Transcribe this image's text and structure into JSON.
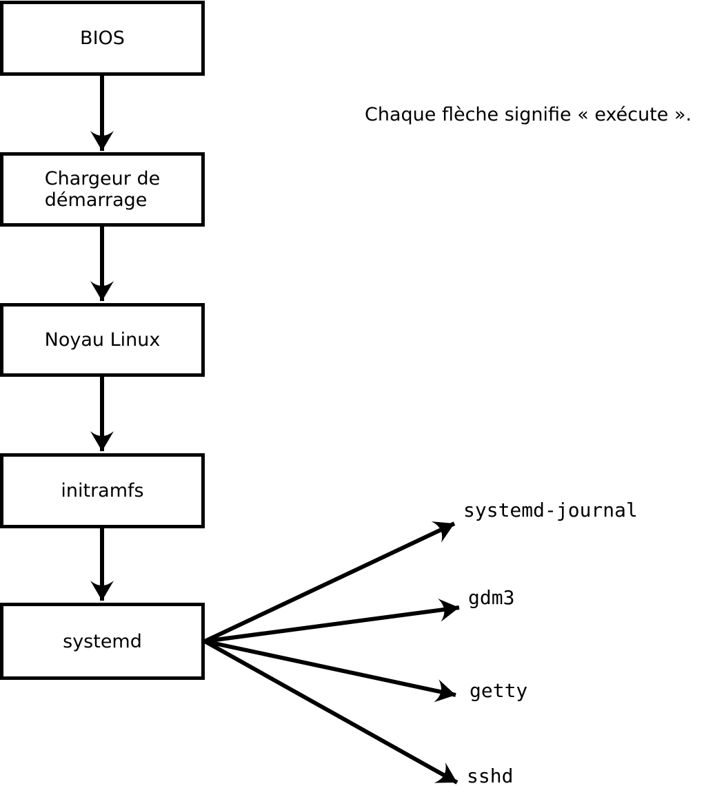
{
  "caption": "Chaque flèche signifie « exécute ».",
  "boxes": [
    {
      "id": "bios",
      "label": "BIOS"
    },
    {
      "id": "bootloader",
      "label": "Chargeur de\ndémarrage"
    },
    {
      "id": "kernel",
      "label": "Noyau Linux"
    },
    {
      "id": "initramfs",
      "label": "initramfs"
    },
    {
      "id": "systemd",
      "label": "systemd"
    }
  ],
  "processes": [
    {
      "label": "systemd-journal"
    },
    {
      "label": "gdm3"
    },
    {
      "label": "getty"
    },
    {
      "label": "sshd"
    }
  ],
  "edges": [
    {
      "from": "BIOS",
      "to": "Chargeur de démarrage"
    },
    {
      "from": "Chargeur de démarrage",
      "to": "Noyau Linux"
    },
    {
      "from": "Noyau Linux",
      "to": "initramfs"
    },
    {
      "from": "initramfs",
      "to": "systemd"
    },
    {
      "from": "systemd",
      "to": "systemd-journal"
    },
    {
      "from": "systemd",
      "to": "gdm3"
    },
    {
      "from": "systemd",
      "to": "getty"
    },
    {
      "from": "systemd",
      "to": "sshd"
    }
  ],
  "colors": {
    "stroke": "#000000",
    "box_fill": "#ffffff",
    "background": "#ffffff",
    "text": "#000000"
  }
}
